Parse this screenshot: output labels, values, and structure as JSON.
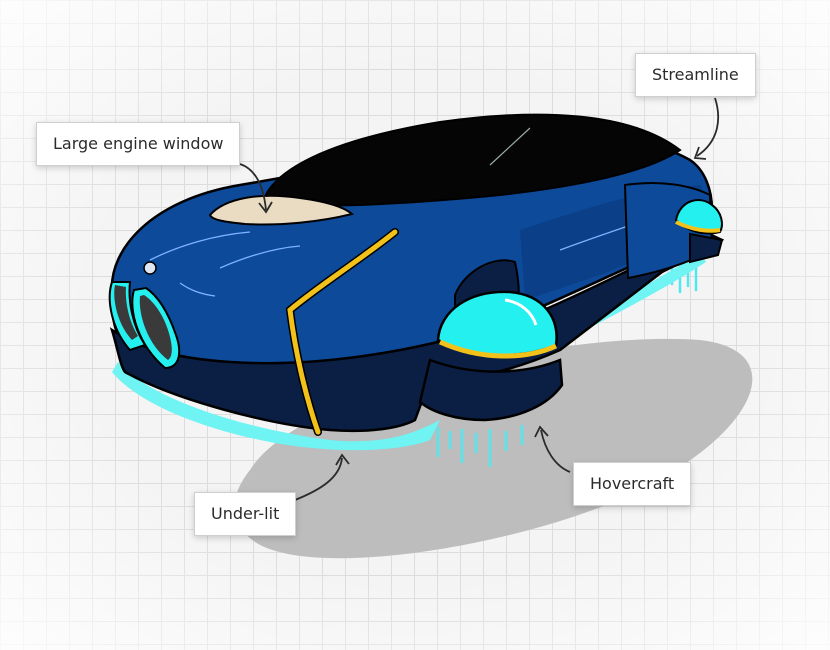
{
  "labels": {
    "large_engine_window": "Large engine window",
    "streamline": "Streamline",
    "under_lit": "Under-lit",
    "hovercraft": "Hovercraft"
  },
  "colors": {
    "body_blue": "#0d4a9a",
    "dark_navy": "#0b1f45",
    "glow_cyan": "#25f0f0",
    "accent_yellow": "#f3c21a",
    "window_beige": "#e9dcc3",
    "canopy_black": "#050505",
    "shadow_gray": "#bdbdbd"
  }
}
